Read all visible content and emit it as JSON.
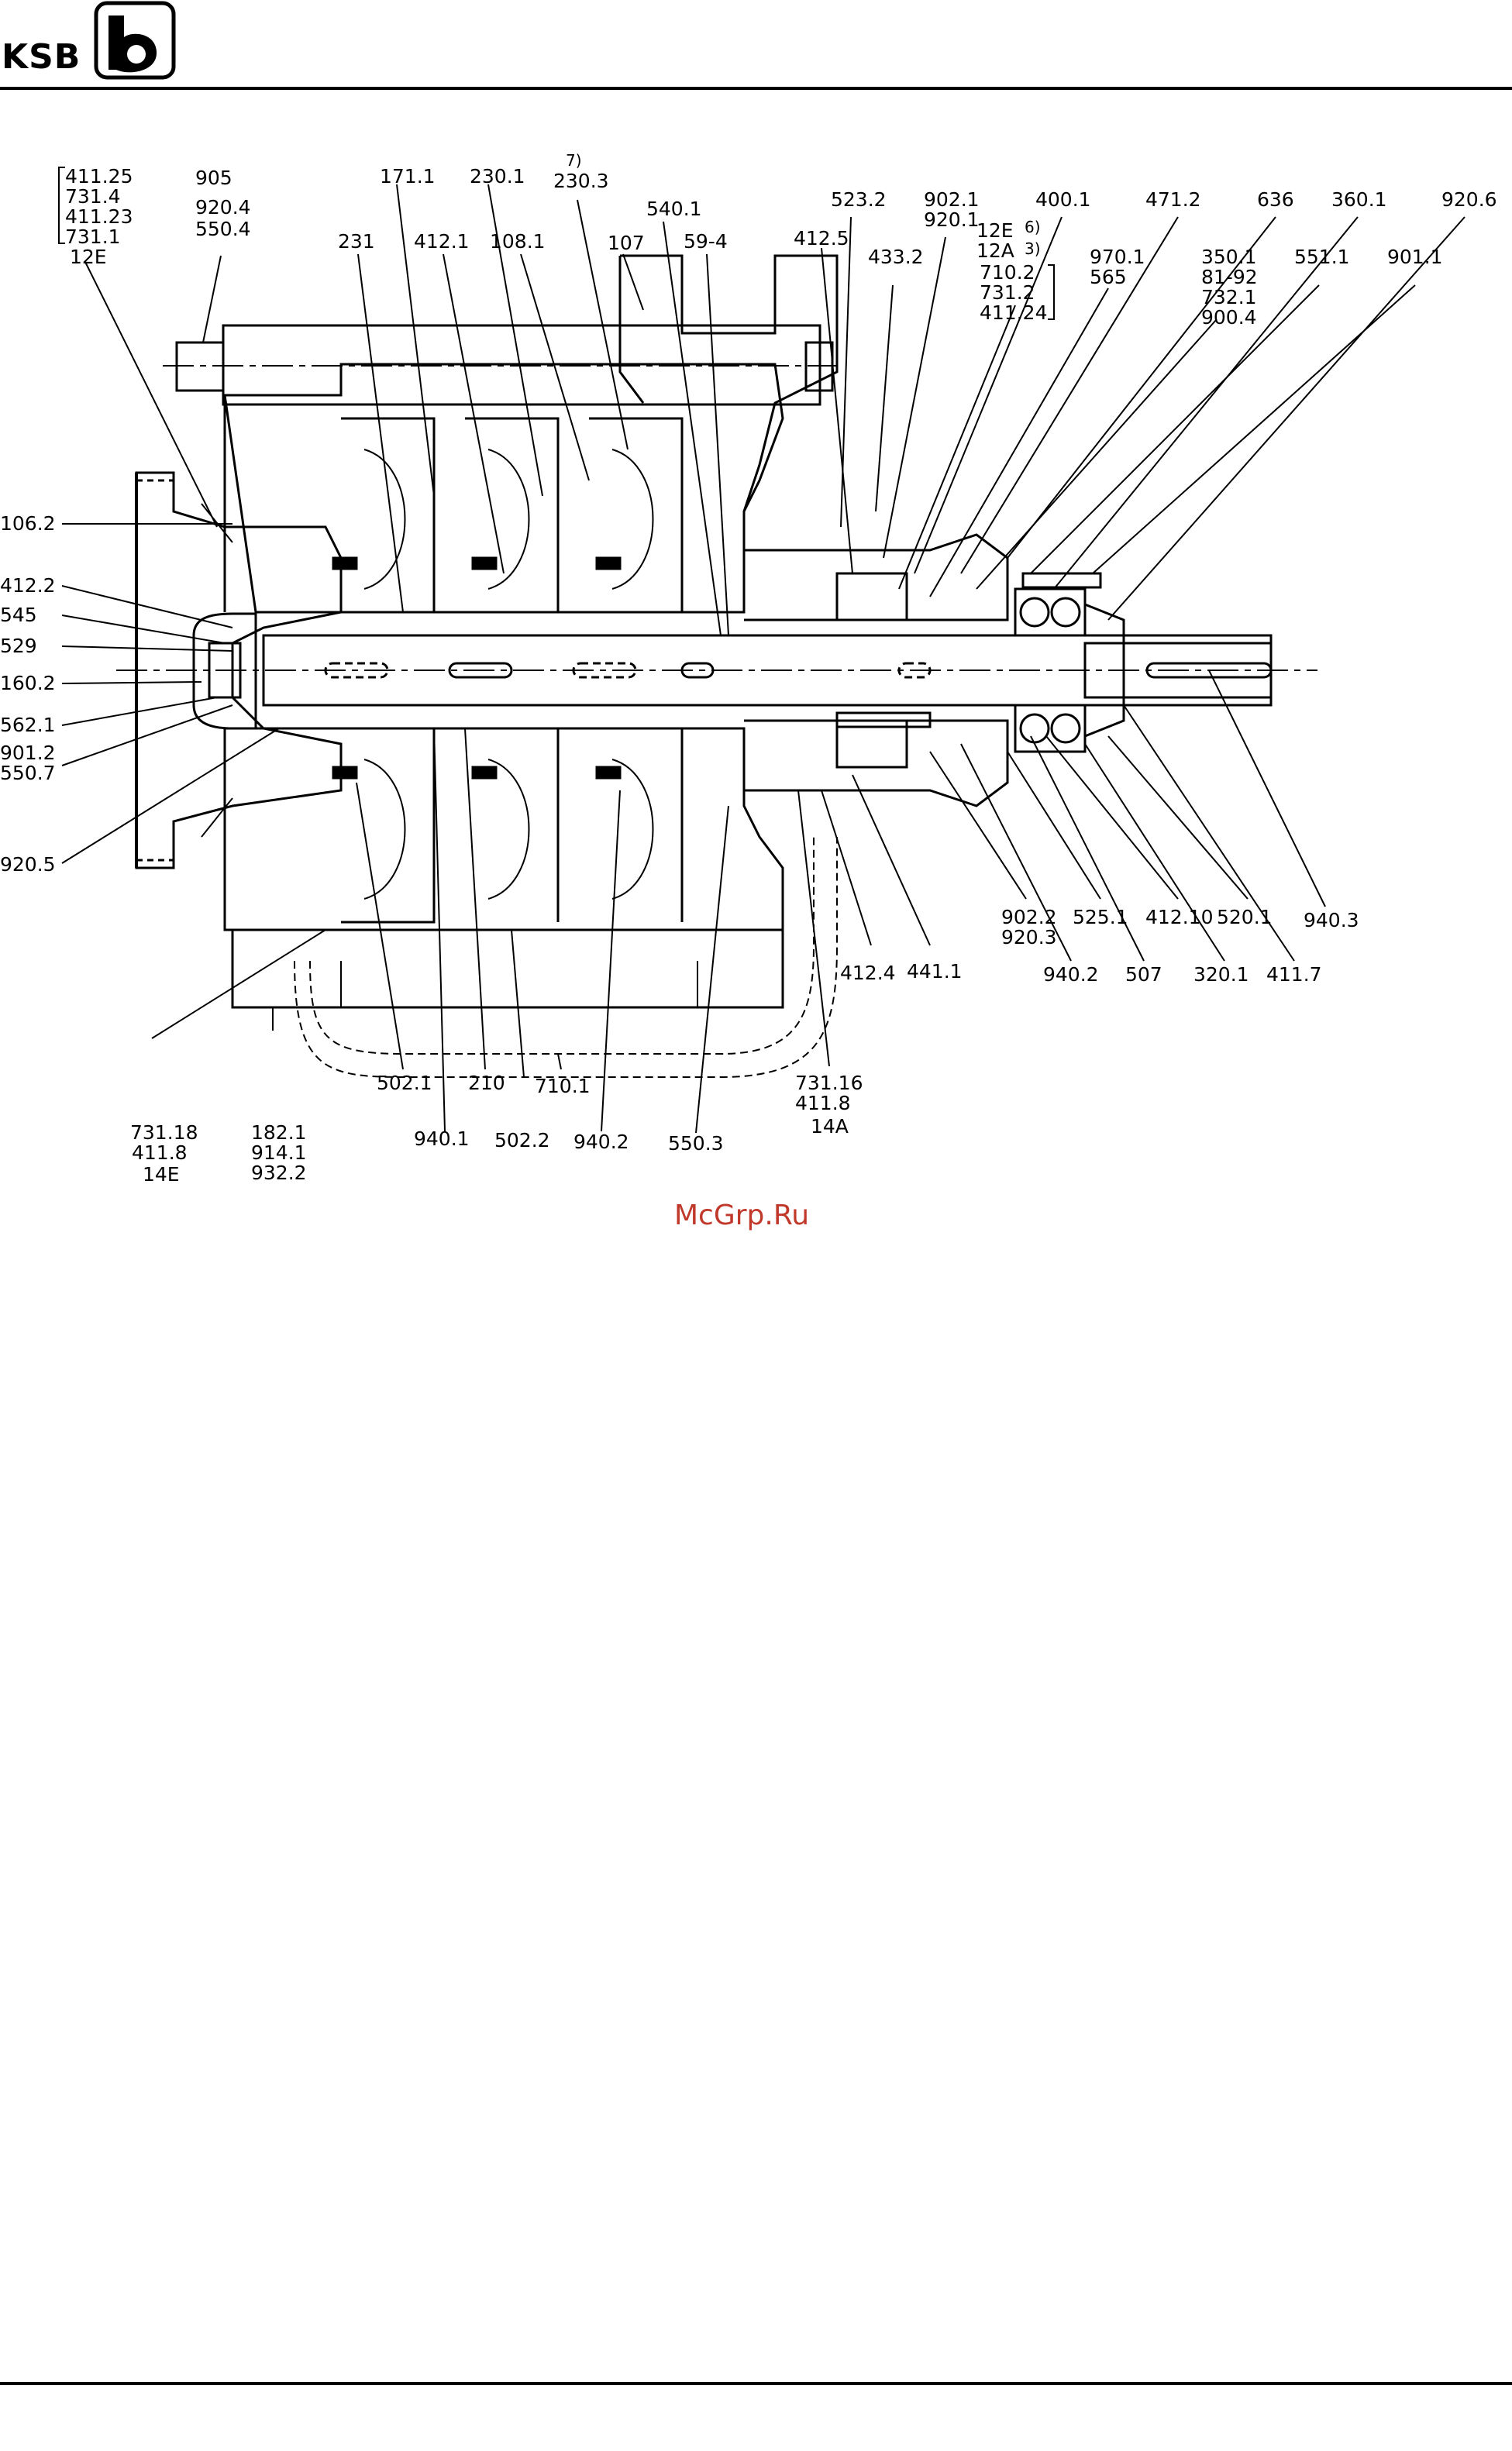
{
  "header": {
    "logo_text": "KSB"
  },
  "watermark": "McGrp.Ru",
  "labels": {
    "l411_25": "411.25",
    "l731_4": "731.4",
    "l411_23": "411.23",
    "l731_1": "731.1",
    "l12E_a": "12E",
    "l905": "905",
    "l920_4": "920.4",
    "l550_4": "550.4",
    "l231": "231",
    "l171_1": "171.1",
    "l412_1": "412.1",
    "l230_1": "230.1",
    "l108_1": "108.1",
    "l7": "7)",
    "l230_3": "230.3",
    "l107": "107",
    "l540_1": "540.1",
    "l59_4": "59-4",
    "l412_5": "412.5",
    "l523_2": "523.2",
    "l433_2": "433.2",
    "l902_1": "902.1",
    "l920_1": "920.1",
    "l12E_b": "12E",
    "l6": "6)",
    "l12A": "12A",
    "l3": "3)",
    "l710_2": "710.2",
    "l731_2": "731.2",
    "l411_24": "411.24",
    "l400_1": "400.1",
    "l970_1": "970.1",
    "l565": "565",
    "l471_2": "471.2",
    "l350_1": "350.1",
    "l81_92": "81-92",
    "l732_1": "732.1",
    "l900_4": "900.4",
    "l636": "636",
    "l551_1": "551.1",
    "l360_1": "360.1",
    "l901_1": "901.1",
    "l920_6": "920.6",
    "l106_2": "106.2",
    "l412_2": "412.2",
    "l545": "545",
    "l529": "529",
    "l160_2": "160.2",
    "l562_1": "562.1",
    "l901_2": "901.2",
    "l550_7": "550.7",
    "l920_5": "920.5",
    "l731_18": "731.18",
    "l411_8a": "411.8",
    "l14E": "14E",
    "l182_1": "182.1",
    "l914_1": "914.1",
    "l932_2": "932.2",
    "l502_1": "502.1",
    "l940_1": "940.1",
    "l210": "210",
    "l502_2": "502.2",
    "l710_1": "710.1",
    "l940_2a": "940.2",
    "l550_3": "550.3",
    "l731_16": "731.16",
    "l411_8b": "411.8",
    "l14A": "14A",
    "l412_4": "412.4",
    "l441_1": "441.1",
    "l902_2": "902.2",
    "l920_3": "920.3",
    "l940_2b": "940.2",
    "l525_1": "525.1",
    "l507": "507",
    "l412_10": "412.10",
    "l320_1": "320.1",
    "l520_1": "520.1",
    "l411_7": "411.7",
    "l940_3": "940.3"
  }
}
